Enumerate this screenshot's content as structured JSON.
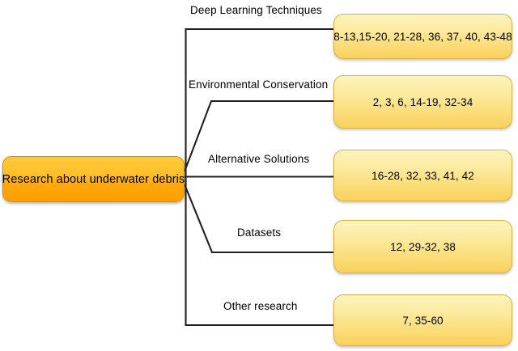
{
  "diagram": {
    "type": "mind-map",
    "title": "Research about underwater debris",
    "root": {
      "label": "Research about underwater debris"
    },
    "colors": {
      "root_fill_top": "#ffca3a",
      "root_fill_bottom": "#ff9d00",
      "root_border": "#e08a00",
      "leaf_fill_top": "#fdf3bd",
      "leaf_fill_bottom": "#f9d05b",
      "leaf_border": "#d8b24c",
      "connector": "#231f20",
      "background": "#ffffff",
      "text": "#000000"
    },
    "branches": [
      {
        "label": "Deep Learning Techniques",
        "references": "8-13,15-20, 21-28, 36, 37, 40, 43-48"
      },
      {
        "label": "Environmental Conservation",
        "references": "2, 3, 6, 14-19, 32-34"
      },
      {
        "label": "Alternative Solutions",
        "references": "16-28, 32, 33, 41, 42"
      },
      {
        "label": "Datasets",
        "references": "12, 29-32, 38"
      },
      {
        "label": "Other research",
        "references": "7, 35-60"
      }
    ]
  }
}
